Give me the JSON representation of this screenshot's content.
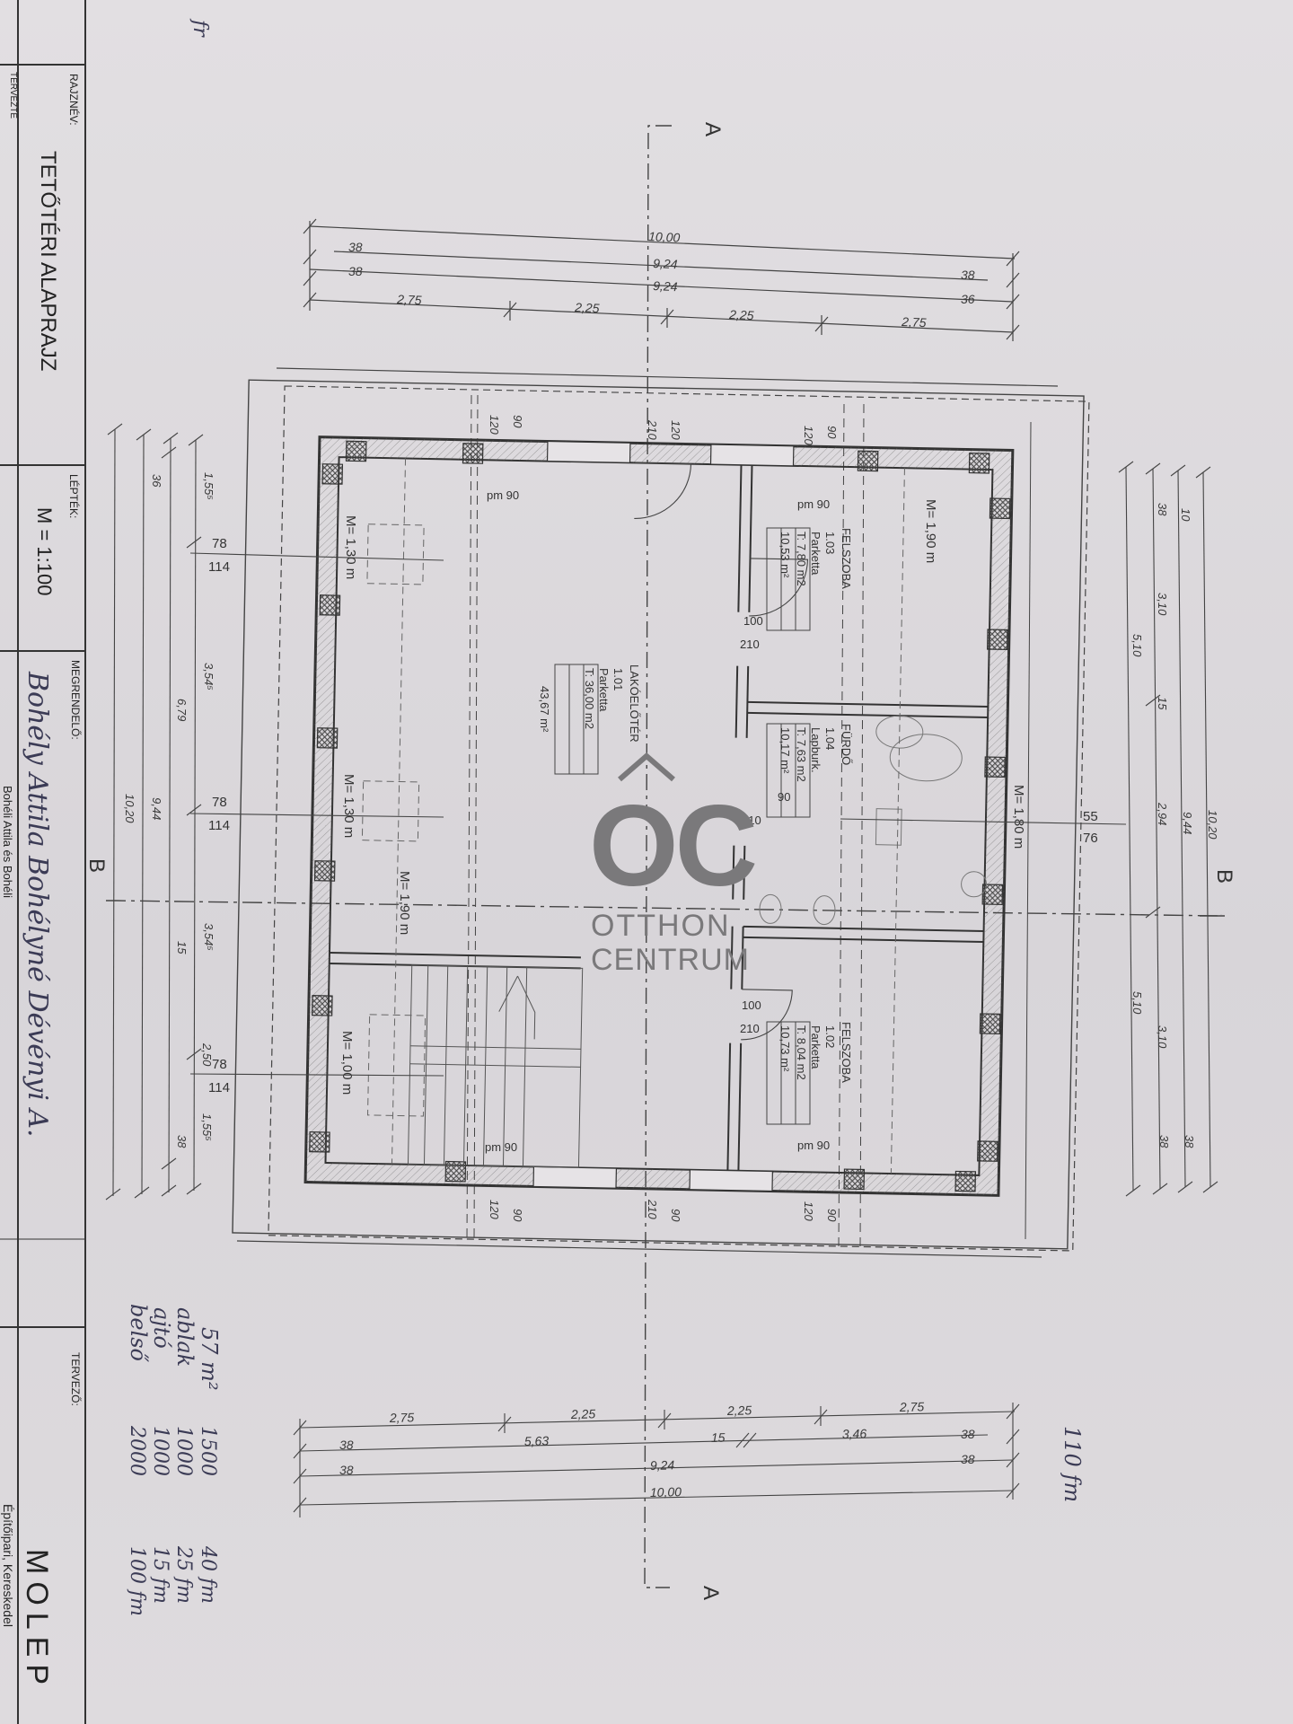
{
  "title_block": {
    "drawing_name_label": "RAJZNÉV:",
    "drawing_name": "TETŐTÉRI ALAPRAJZ",
    "scale_label": "LÉPTÉK:",
    "scale": "M = 1:100",
    "client_label": "MEGRENDELŐ:",
    "designer_label": "TERVEZŐ:",
    "designer_firm": "MOLEP",
    "designer_sub": "Építőipari, Kereskedel",
    "client_typed": "Bohéli Attila és Bohéli",
    "planner_label": "TERVEZTE"
  },
  "handwriting": {
    "client_name": "Bohély Attila   Bohélyné Dévényi A.",
    "notes": [
      "57 m²",
      "ablak",
      "ajtó",
      "belső"
    ],
    "costs": [
      "1500",
      "1000",
      "1000",
      "2000"
    ],
    "amounts": [
      "40 fm",
      "25 fm",
      "15 fm",
      "100 fm"
    ],
    "right_note": "110 fm",
    "corner": "fr"
  },
  "rooms": [
    {
      "name": "FELSZOBA",
      "number": "1.03",
      "floor": "Parketta",
      "floor_area": "T: 7,80 m2",
      "area": "10,53 m²"
    },
    {
      "name": "FÜRDŐ",
      "number": "1.04",
      "floor": "Lapburk.",
      "floor_area": "T: 7,63 m2",
      "area": "10,17 m²"
    },
    {
      "name": "FELSZOBA",
      "number": "1.02",
      "floor": "Parketta",
      "floor_area": "T: 8,04 m2",
      "area": "10,73 m²"
    },
    {
      "name": "LAKÓELŐTÉR",
      "number": "1.01",
      "floor": "Parketta",
      "floor_area": "T: 36,00 m2",
      "area": "43,67 m²"
    }
  ],
  "heights": [
    "M= 1,30 m",
    "M= 1,30 m",
    "M= 1,90 m",
    "M= 1,00 m",
    "M= 1,90 m",
    "M= 1,80 m"
  ],
  "section_marks": {
    "a": "A",
    "b": "B"
  },
  "window_tags": [
    "pm 90",
    "pm 90",
    "pm 90",
    "pm 90"
  ],
  "dims_top": {
    "overall": "10,00",
    "inner1": "9,24",
    "inner2": "9,24",
    "wall": "38",
    "wall2": "36",
    "segments": [
      "2,75",
      "2,25",
      "2,25",
      "2,75"
    ]
  },
  "dims_bottom": {
    "segments": [
      "2,75",
      "2,25",
      "2,25",
      "2,75"
    ],
    "mid": [
      "5,63",
      "15",
      "3,46"
    ],
    "inner": "9,24",
    "overall": "10,00",
    "wall": "38"
  },
  "dims_left": {
    "lines": [
      "1,55⁵",
      "3,54⁵",
      "3,54⁵",
      "2,50",
      "1,55⁵",
      "6,79",
      "9,44",
      "10,20",
      "36",
      "38",
      "15"
    ],
    "labels_a": [
      "78",
      "78",
      "78"
    ],
    "labels_b": [
      "114",
      "114",
      "114"
    ]
  },
  "dims_right": {
    "lines": [
      "10",
      "38",
      "3,10",
      "5,10",
      "15",
      "2,94",
      "9,44",
      "10,20",
      "5,10",
      "3,10",
      "38",
      "38"
    ],
    "labels_a": "55",
    "labels_b": "76"
  },
  "door_tags": [
    "100",
    "210",
    "100",
    "210",
    "90",
    "210"
  ],
  "opening_tags": [
    "120",
    "90",
    "210",
    "120",
    "120",
    "90",
    "120",
    "90",
    "210",
    "90",
    "120",
    "90"
  ],
  "watermark": {
    "logo": "OC",
    "line1": "OTTHON",
    "line2": "CENTRUM"
  }
}
